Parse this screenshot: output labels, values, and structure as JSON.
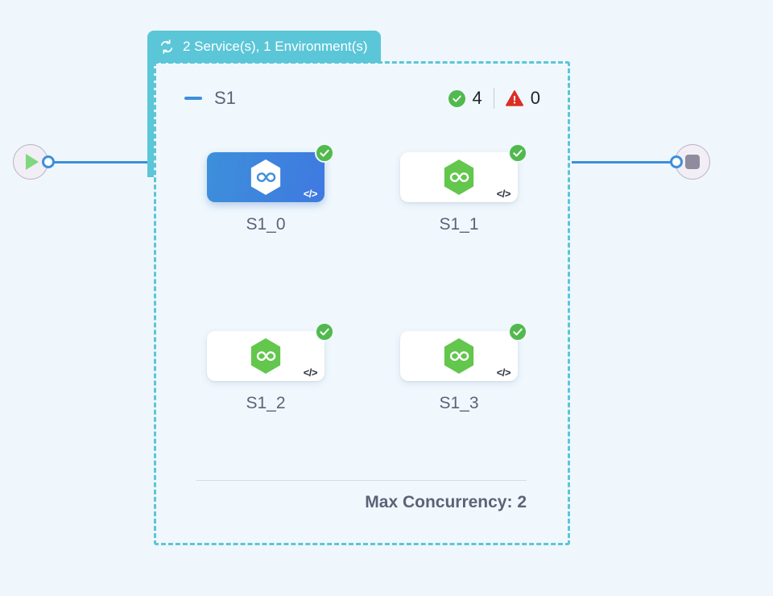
{
  "group": {
    "header_icon": "loop-refresh-icon",
    "header_title": "2 Service(s), 1 Environment(s)",
    "accent_color": "#5bc6d8"
  },
  "section": {
    "collapse_icon": "collapse-minus-icon",
    "label": "S1",
    "success_icon": "check-circle-icon",
    "success_count": "4",
    "warning_icon": "warning-triangle-icon",
    "warning_count": "0",
    "success_color": "#52b94e",
    "warning_color": "#d93025"
  },
  "cards": [
    {
      "label": "S1_0",
      "selected": true,
      "logo_icon": "hexagon-infinity-logo",
      "badge_icon": "check-circle-icon",
      "code_icon": "code-brackets-icon",
      "code_glyph": "</>"
    },
    {
      "label": "S1_1",
      "selected": false,
      "logo_icon": "hexagon-infinity-logo",
      "badge_icon": "check-circle-icon",
      "code_icon": "code-brackets-icon",
      "code_glyph": "</>"
    },
    {
      "label": "S1_2",
      "selected": false,
      "logo_icon": "hexagon-infinity-logo",
      "badge_icon": "check-circle-icon",
      "code_icon": "code-brackets-icon",
      "code_glyph": "</>"
    },
    {
      "label": "S1_3",
      "selected": false,
      "logo_icon": "hexagon-infinity-logo",
      "badge_icon": "check-circle-icon",
      "code_icon": "code-brackets-icon",
      "code_glyph": "</>"
    }
  ],
  "footer": {
    "concurrency_text": "Max Concurrency: 2"
  },
  "flow": {
    "start_icon": "play-icon",
    "end_icon": "stop-icon",
    "edge_color": "#3d8fdb"
  }
}
